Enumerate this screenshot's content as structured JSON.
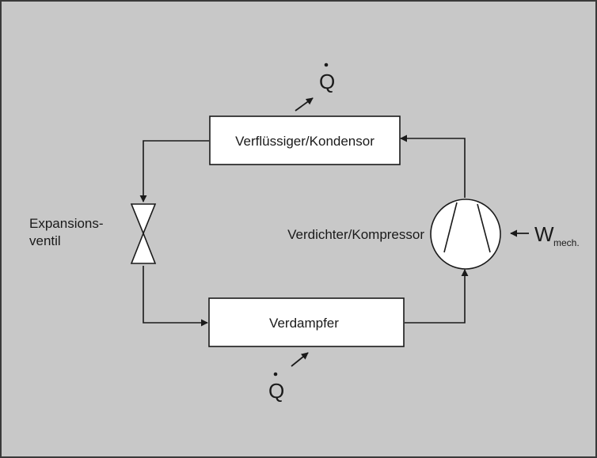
{
  "diagram": {
    "colors": {
      "background": "#c8c8c8",
      "box_fill": "#ffffff",
      "stroke": "#1a1a1a",
      "frame": "#3a3a3a"
    },
    "condenser": {
      "label": "Verflüssiger/Kondensor"
    },
    "evaporator": {
      "label": "Verdampfer"
    },
    "compressor": {
      "label": "Verdichter/Kompressor"
    },
    "expansion_valve": {
      "label_line1": "Expansions-",
      "label_line2": "ventil"
    },
    "heat_out": {
      "symbol": "Q"
    },
    "heat_in": {
      "symbol": "Q"
    },
    "work": {
      "symbol": "W",
      "subscript": "mech."
    }
  }
}
